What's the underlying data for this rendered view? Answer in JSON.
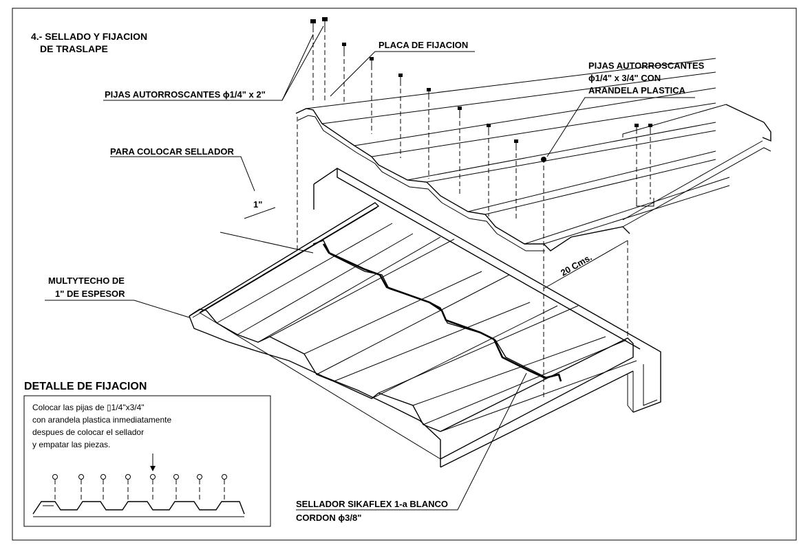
{
  "title": {
    "line1": "4.- SELLADO Y FIJACION",
    "line2": "DE TRASLAPE"
  },
  "labels": {
    "pijas_2": "PIJAS AUTORROSCANTES ϕ1/4\" x 2\"",
    "placa": "PLACA DE FIJACION",
    "pijas_34_line1": "PIJAS AUTORROSCANTES",
    "pijas_34_line2": "ϕ1/4\" x 3/4\" CON",
    "pijas_34_line3": "ARANDELA PLASTICA",
    "sellador": "PARA COLOCAR SELLADOR",
    "one_inch": "1\"",
    "multytecho_line1": "MULTYTECHO DE",
    "multytecho_line2": "1\" DE ESPESOR",
    "veinte_cms": "20 Cms.",
    "sikaflex_line1": "SELLADOR SIKAFLEX 1-a BLANCO",
    "sikaflex_line2": "CORDON ϕ3/8\""
  },
  "detail": {
    "title": "DETALLE DE FIJACION",
    "note_line1": "Colocar las pijas de ▯1/4\"x3/4\"",
    "note_line2": "con arandela plastica inmediatamente",
    "note_line3": "despues de colocar el sellador",
    "note_line4": "y empatar las piezas."
  }
}
